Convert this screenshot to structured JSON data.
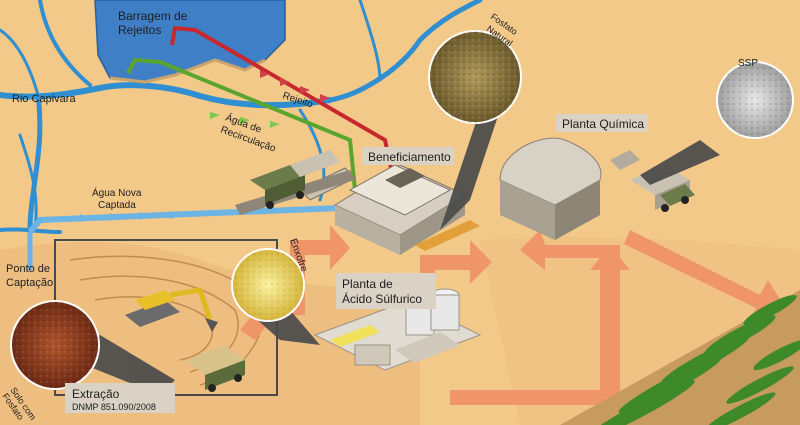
{
  "labels": {
    "dam": [
      "Barragem de",
      "Rejeitos"
    ],
    "river": "Rio Capivara",
    "tailings": "Rejeito",
    "recirc": [
      "Água de",
      "Recirculação"
    ],
    "fresh_water": [
      "Água Nova",
      "Captada"
    ],
    "beneficiation": "Beneficiamento",
    "phosphate": [
      "Fosfato",
      "Natural"
    ],
    "chem_plant": "Planta Química",
    "ssp": "SSP",
    "sulfur": "Enxofre",
    "acid_plant": [
      "Planta de",
      "Ácido Súlfurico"
    ],
    "intake": [
      "Ponto de",
      "Captação"
    ],
    "soil": [
      "Solo com",
      "Fosfato"
    ],
    "extraction": "Extração",
    "dnmp": "DNMP 851.090/2008"
  },
  "colors": {
    "ground": "#f3c98a",
    "river": "#2f8fd0",
    "dam_water": "#3f7fc6",
    "red_pipe": "#c8272d",
    "green_pipe": "#5aa52d",
    "arrow": "#f0956a",
    "label_box": "#d9d2c5"
  }
}
